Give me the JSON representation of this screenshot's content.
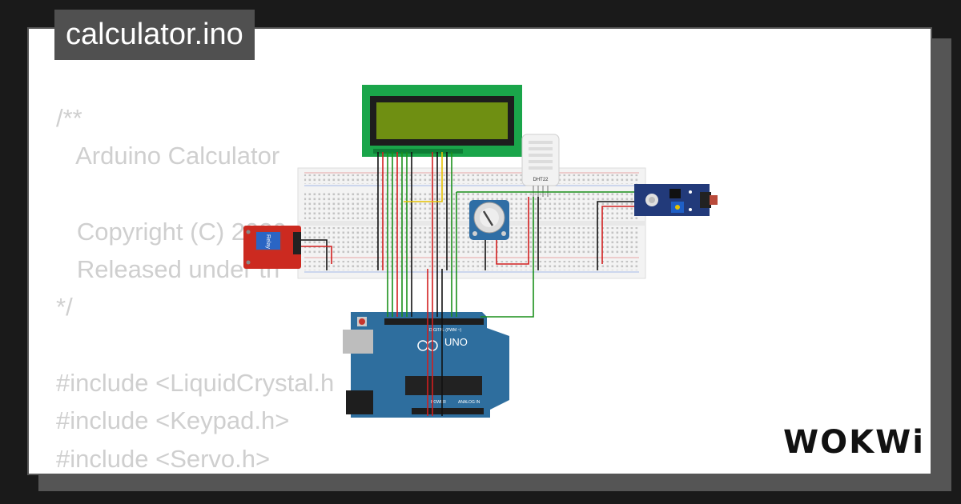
{
  "file_tab": {
    "title": "calculator.ino"
  },
  "code_lines": [
    "/**",
    "   Arduino Calculator",
    "",
    "   Copyright (C) 2020",
    "   Released under th",
    "*/",
    "",
    "#include <LiquidCrystal.h",
    "#include <Keypad.h>",
    "#include <Servo.h>"
  ],
  "components": {
    "relay": "Relay",
    "dht": "DHT22",
    "board": "UNO",
    "board_section_digital": "DIGITAL (PWM ~)",
    "board_section_power": "POWER",
    "board_section_analog": "ANALOG IN"
  },
  "brand": {
    "logo_text": "WOKWi"
  },
  "colors": {
    "background": "#1a1a1a",
    "card": "#ffffff",
    "title_bg": "#505050",
    "code_text": "#cfcfcf",
    "lcd_green": "#17a34a",
    "lcd_screen": "#6f8f12",
    "arduino_blue": "#2e6e9e",
    "relay_red": "#cc2a20",
    "sensor_navy": "#223a7a"
  }
}
